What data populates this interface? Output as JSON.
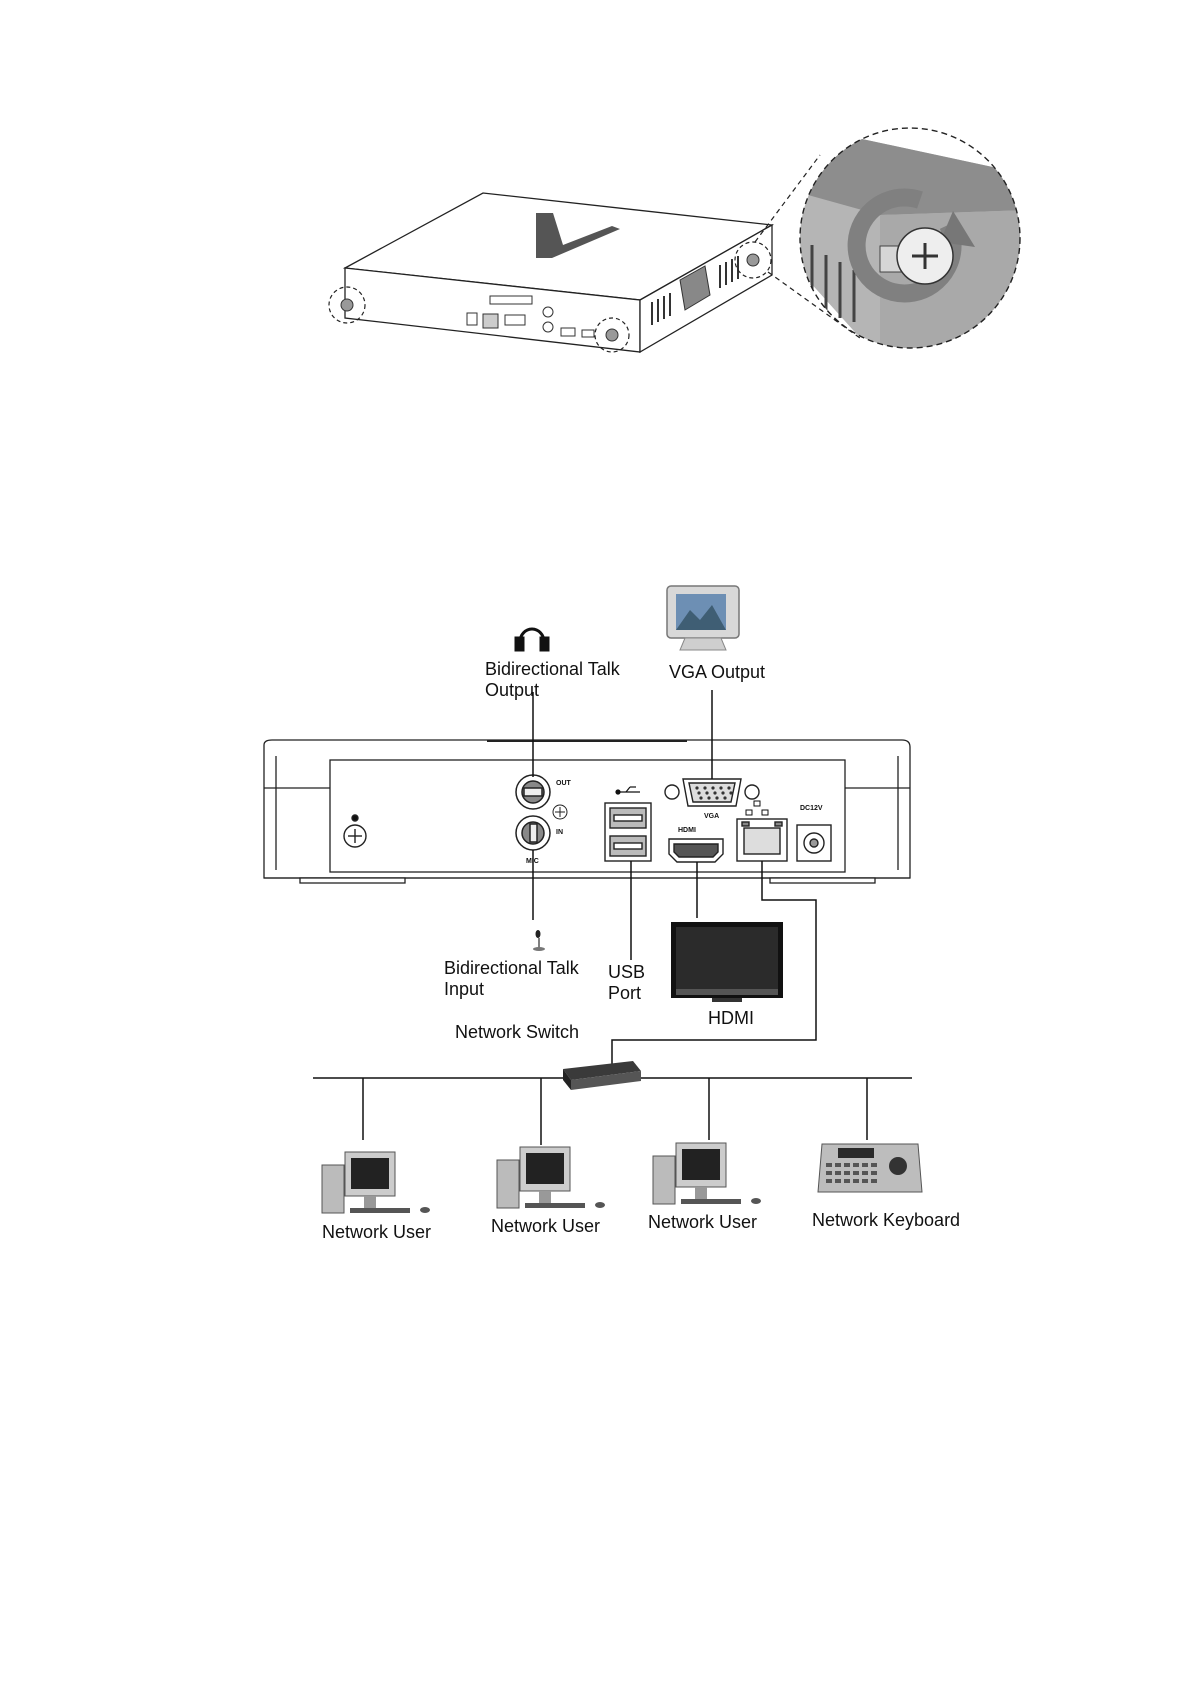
{
  "labels": {
    "talk_output": "Bidirectional Talk\nOutput",
    "vga_output": "VGA Output",
    "talk_input": "Bidirectional Talk\nInput",
    "usb_port": "USB\nPort",
    "hdmi": "HDMI",
    "network_switch": "Network Switch",
    "network_user_1": "Network User",
    "network_user_2": "Network User",
    "network_user_3": "Network User",
    "network_keyboard": "Network Keyboard"
  },
  "panel_marks": {
    "out": "OUT",
    "in": "IN",
    "mic": "MIC",
    "vga": "VGA",
    "hdmi_logo": "HDMI",
    "dc": "DC12V"
  }
}
